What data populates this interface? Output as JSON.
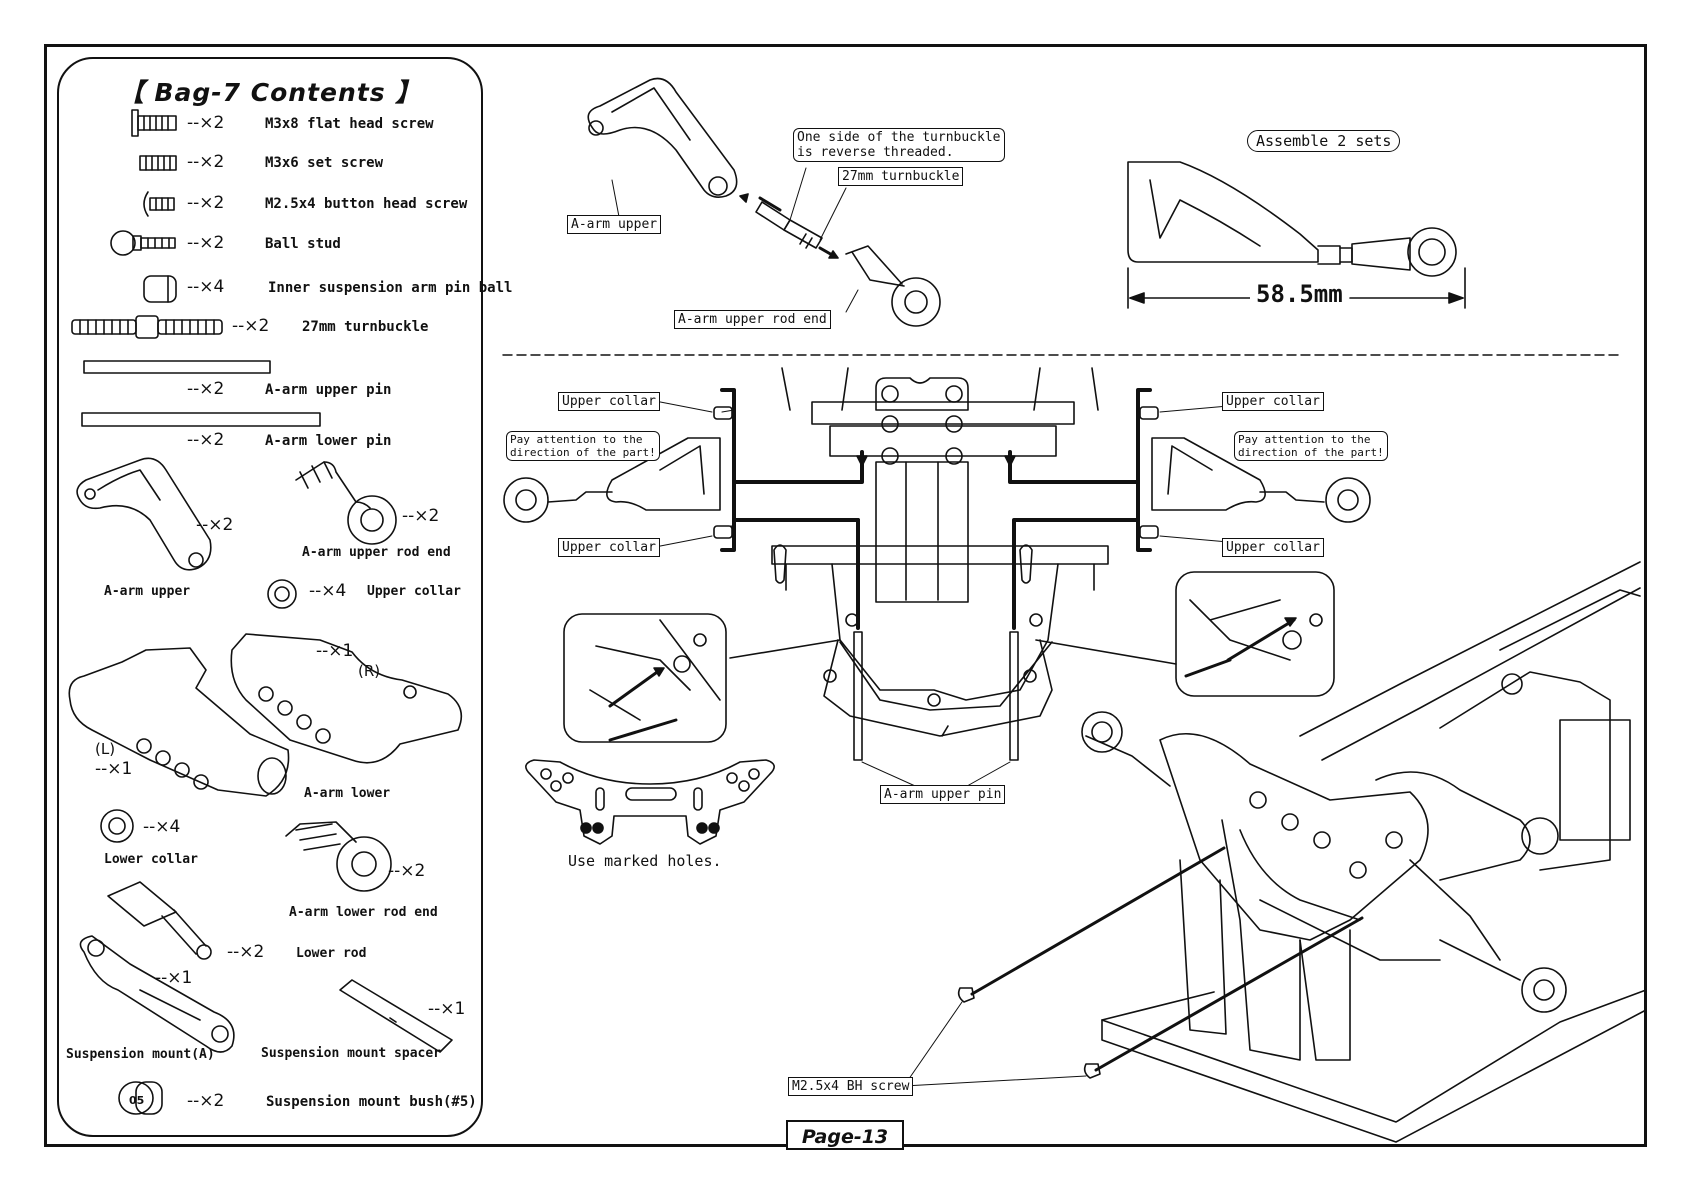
{
  "bag": {
    "title": "【 Bag-7 Contents 】",
    "items": [
      {
        "qty": "--×2",
        "name": "M3x8 flat head screw"
      },
      {
        "qty": "--×2",
        "name": "M3x6 set screw"
      },
      {
        "qty": "--×2",
        "name": "M2.5x4 button head screw"
      },
      {
        "qty": "--×2",
        "name": "Ball stud"
      },
      {
        "qty": "--×4",
        "name": "Inner suspension arm pin ball"
      },
      {
        "qty": "--×2",
        "name": "27mm turnbuckle"
      },
      {
        "qty": "--×2",
        "name": "A-arm upper pin"
      },
      {
        "qty": "--×2",
        "name": "A-arm lower pin"
      }
    ],
    "a_arm_upper": {
      "qty": "--×2",
      "name": "A-arm upper"
    },
    "upper_rod_end": {
      "qty": "--×2",
      "name": "A-arm upper rod end"
    },
    "upper_collar": {
      "qty": "--×4",
      "name": "Upper collar"
    },
    "a_arm_lower": {
      "qty_r": "--×1",
      "side_r": "(R)",
      "side_l": "(L)",
      "qty_l": "--×1",
      "name": "A-arm lower"
    },
    "lower_collar": {
      "qty": "--×4",
      "name": "Lower collar"
    },
    "lower_rod_end": {
      "qty": "--×2",
      "name": "A-arm lower rod end"
    },
    "lower_rod": {
      "qty": "--×2",
      "name": "Lower rod"
    },
    "susp_mount": {
      "qty": "--×1",
      "name": "Suspension mount(A)"
    },
    "susp_spacer": {
      "qty": "--×1",
      "name": "Suspension mount spacer"
    },
    "susp_bush": {
      "qty": "--×2",
      "name": "Suspension mount bush(#5)"
    }
  },
  "step1": {
    "a_arm_upper": "A-arm upper",
    "reverse_note": [
      "One side of the turnbuckle",
      "is reverse threaded."
    ],
    "turnbuckle": "27mm turnbuckle",
    "rod_end": "A-arm upper rod end",
    "assemble": "Assemble 2 sets",
    "length": "58.5mm"
  },
  "step2": {
    "upper_collar": "Upper collar",
    "attention": [
      "Pay attention to the",
      "direction of the part!"
    ],
    "marked_holes": "Use marked holes.",
    "upper_pin": "A-arm upper pin",
    "bh_screw": "M2.5x4 BH screw"
  },
  "page": "Page-13"
}
